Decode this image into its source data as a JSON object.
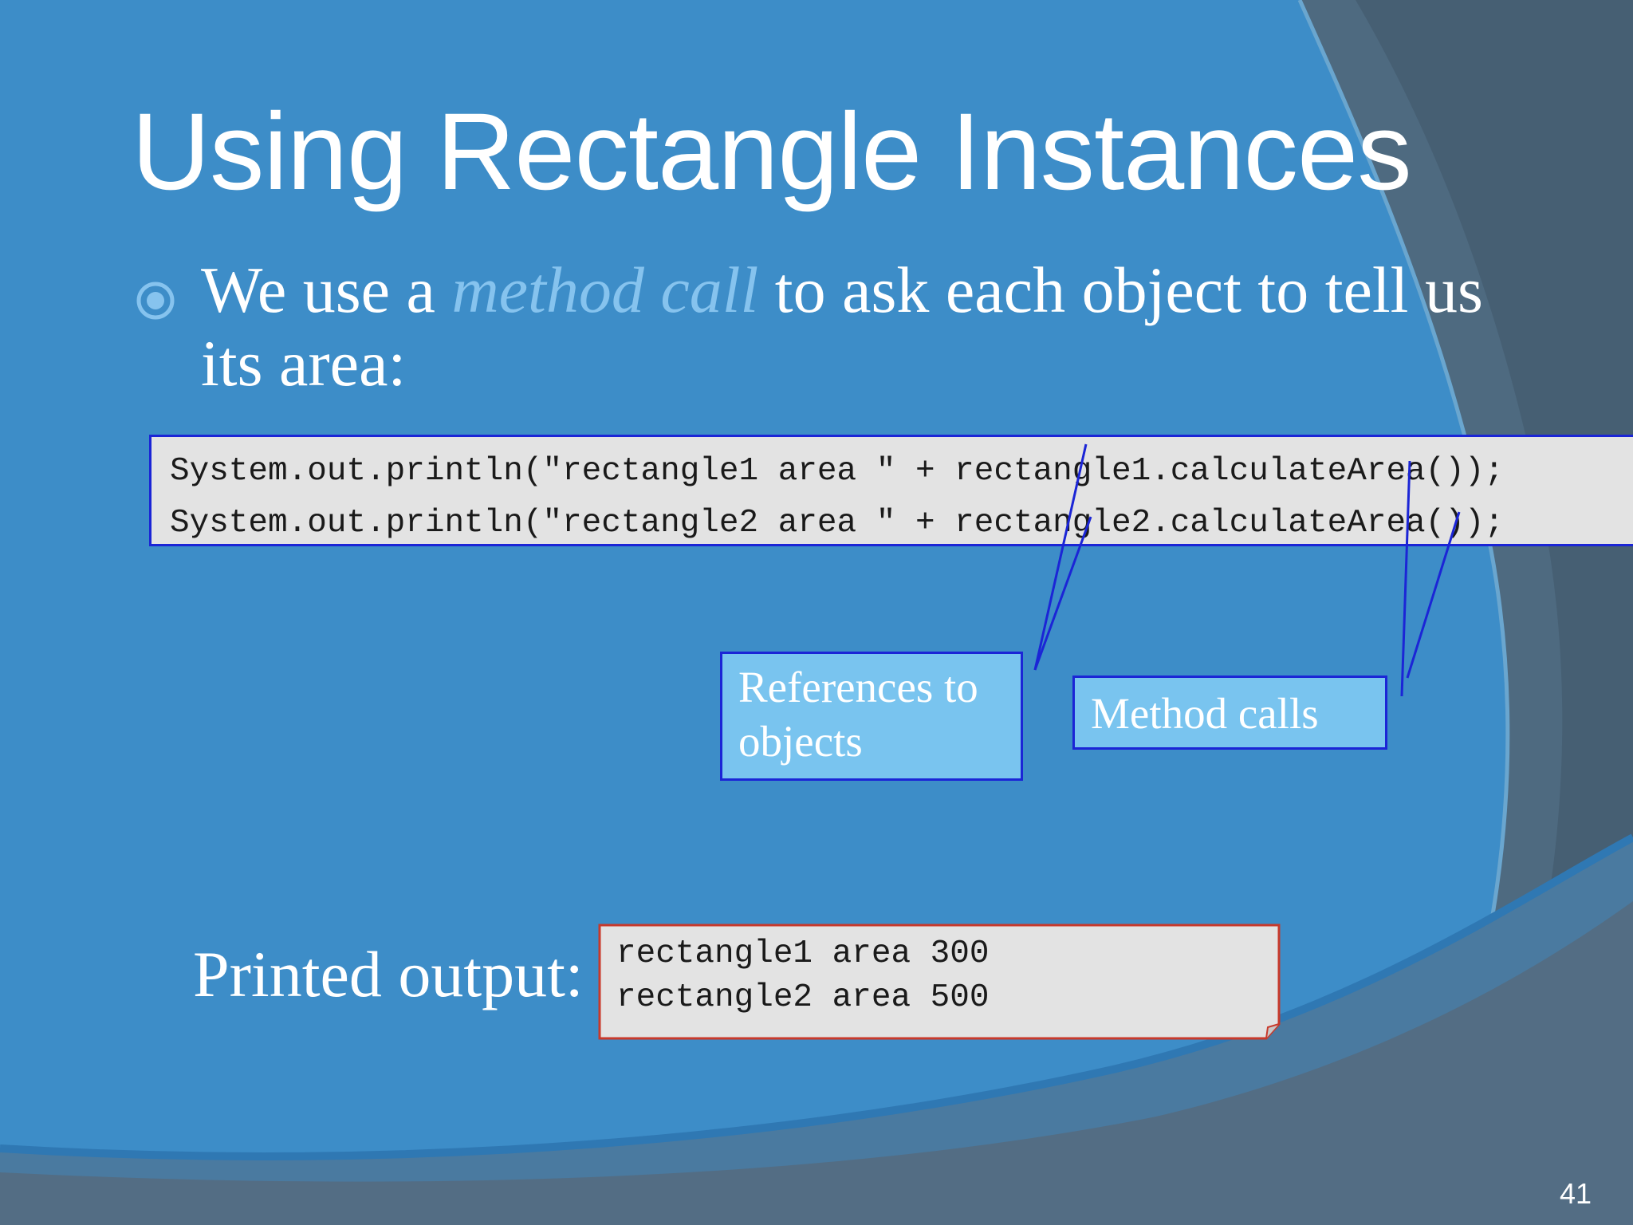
{
  "slide": {
    "title": "Using Rectangle Instances",
    "bullet": {
      "text_before": "We use a ",
      "emphasis": "method call",
      "text_after": " to ask each object to tell us its area:"
    },
    "code": {
      "line1": "System.out.println(\"rectangle1 area \" + rectangle1.calculateArea());",
      "line2": "System.out.println(\"rectangle2 area \" + rectangle2.calculateArea());"
    },
    "callouts": {
      "references": "References to objects",
      "methods": "Method calls"
    },
    "output": {
      "label": "Printed output:",
      "line1": "rectangle1 area 300",
      "line2": "rectangle2 area 500"
    },
    "page_number": "41"
  },
  "colors": {
    "background": "#3b8bc6",
    "text": "#ffffff",
    "emphasis": "#86c3ee",
    "code_background": "#e3e3e3",
    "code_border": "#1b25d6",
    "callout_background": "#79c4ef",
    "output_border": "#c8392b"
  },
  "icons": {
    "bullet": "circle-target-icon"
  }
}
